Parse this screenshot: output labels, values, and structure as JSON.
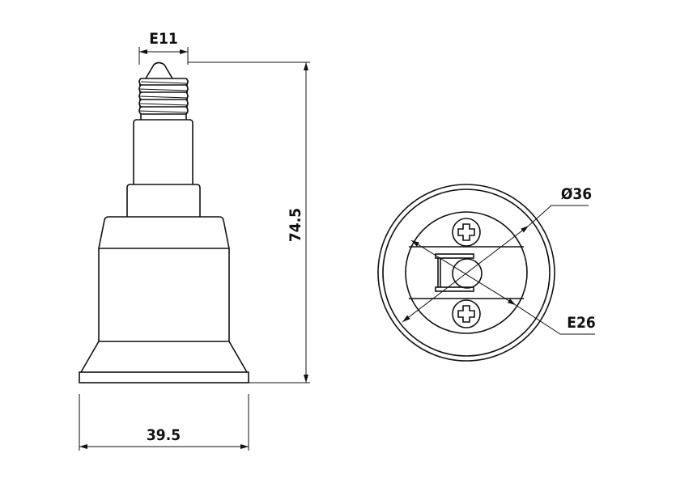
{
  "labels": {
    "socket_top": "E11",
    "height": "74.5",
    "width": "39.5",
    "diameter": "Ø36",
    "socket_bottom": "E26"
  },
  "colors": {
    "line": "#111111",
    "background": "#ffffff"
  }
}
